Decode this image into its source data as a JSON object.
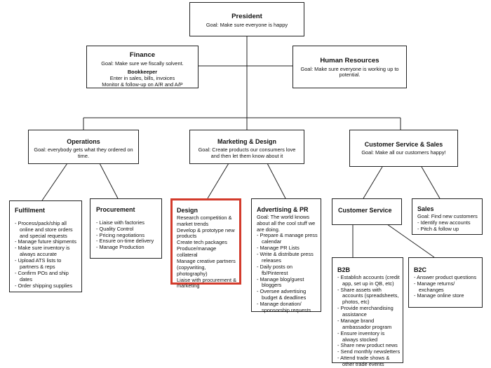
{
  "president": {
    "title": "President",
    "goal": "Goal: Make sure everyone is happy"
  },
  "finance": {
    "title": "Finance",
    "goal": "Goal: Make sure we fiscally solvent.",
    "sub_title": "Bookkeeper",
    "sub_lines": [
      "Enter in sales, bills, invoices",
      "Monitor & follow-up on A/R and A/P"
    ]
  },
  "hr": {
    "title": "Human Resources",
    "goal": "Goal: Make sure everyone is working up to potential."
  },
  "operations": {
    "title": "Operations",
    "goal": "Goal: everybody gets what they ordered on time."
  },
  "marketing": {
    "title": "Marketing & Design",
    "goal": "Goal: Create products our consumers love and then let them know about it"
  },
  "customer": {
    "title": "Customer Service & Sales",
    "goal": "Goal: Make all our customers happy!"
  },
  "fulfilment": {
    "title": "Fulfilment",
    "items": [
      "Process/pack/ship all online and store orders and special requests",
      "Manage future shipments",
      "Make sure inventory is always accurate",
      "Upload ATS lists to partners & reps",
      "Confirm POs and ship dates",
      "Order shipping supplies"
    ]
  },
  "procurement": {
    "title": "Procurement",
    "items": [
      "Liaise with factories",
      "Quality Control",
      "Pricing negotiations",
      "Ensure on-time delivery",
      "Manage Production"
    ]
  },
  "design": {
    "title": "Design",
    "items": [
      "Research competition & market trends",
      "Develop & prototype new products",
      "Create tech packages",
      "Produce/manage collateral",
      "Manage creative partners (copywriting, photography)",
      "Liaise with procurement & marketing"
    ]
  },
  "advertising": {
    "title": "Advertising & PR",
    "goal": "Goal: The world knows about all the cool stuff we are doing.",
    "items": [
      "Prepare & manage press calendar",
      "Manage PR Lists",
      "Write & distribute press releases",
      "Daily posts on fb/Pinterest",
      "Manage blog/guest bloggers",
      "Oversee advertising budget & deadlines",
      "Manage donation/ sponsorship requests"
    ]
  },
  "customer_service": {
    "title": "Customer Service"
  },
  "sales": {
    "title": "Sales",
    "goal": "Goal: Find new customers",
    "items": [
      "Identify new accounts",
      "Pitch & follow up"
    ]
  },
  "b2b": {
    "title": "B2B",
    "items": [
      "Establish accounts (credit app, set up in QB, etc)",
      "Share assets with accounts (spreadsheets, photos, etc)",
      "Provide merchandising assistance",
      "Manage brand ambassador program",
      "Ensure inventory is always stocked",
      "Share new product news",
      "Send monthly newsletters",
      "Attend trade shows & other trade events"
    ]
  },
  "b2c": {
    "title": "B2C",
    "items": [
      "Answer product questions",
      "Manage returns/ exchanges",
      "Manage online store"
    ]
  },
  "colors": {
    "border": "#222222",
    "highlight": "#d33b2c",
    "line": "#222222"
  }
}
